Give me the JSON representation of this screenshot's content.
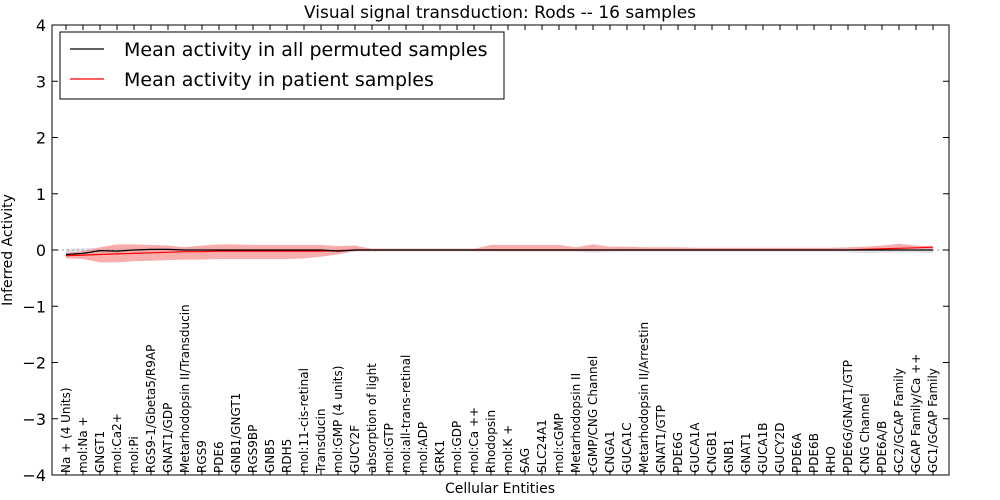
{
  "chart_data": {
    "type": "line",
    "title": "Visual signal transduction: Rods -- 16 samples",
    "xlabel": "Cellular Entities",
    "ylabel": "Inferred Activity",
    "ylim": [
      -4,
      4
    ],
    "yticks": [
      "4",
      "3",
      "2",
      "1",
      "0",
      "−1",
      "−2",
      "−3",
      "−4"
    ],
    "grid": false,
    "legend_position": "upper-left",
    "categories": [
      "Na + (4 Units)",
      "mol:Na +",
      "GNGT1",
      "mol:Ca2+",
      "mol:Pi",
      "RGS9-1/Gbeta5/R9AP",
      "GNAT1/GDP",
      "Metarhodopsin II/Transducin",
      "RGS9",
      "PDE6",
      "GNB1/GNGT1",
      "RGS9BP",
      "GNB5",
      "RDH5",
      "mol:11-cis-retinal",
      "Transducin",
      "mol:GMP (4 units)",
      "GUCY2F",
      "absorption of light",
      "mol:GTP",
      "mol:all-trans-retinal",
      "mol:ADP",
      "GRK1",
      "mol:GDP",
      "mol:Ca ++",
      "Rhodopsin",
      "mol:K +",
      "SAG",
      "SLC24A1",
      "mol:cGMP",
      "Metarhodopsin II",
      "cGMP/CNG Channel",
      "CNGA1",
      "GUCA1C",
      "Metarhodopsin II/Arrestin",
      "GNAT1/GTP",
      "PDE6G",
      "GUCA1A",
      "CNGB1",
      "GNB1",
      "GNAT1",
      "GUCA1B",
      "GUCY2D",
      "PDE6A",
      "PDE6B",
      "RHO",
      "PDE6G/GNAT1/GTP",
      "CNG Channel",
      "PDE6A/B",
      "GC2/GCAP Family",
      "GCAP Family/Ca ++",
      "GC1/GCAP Family"
    ],
    "series": [
      {
        "name": "Mean activity in all permuted samples",
        "color": "#000000",
        "band_color": "#d8d8e0",
        "values": [
          -0.08,
          -0.06,
          -0.01,
          -0.02,
          0.0,
          0.01,
          0.01,
          0.0,
          0.0,
          0.0,
          0.0,
          0.0,
          0.0,
          0.0,
          0.0,
          0.0,
          -0.02,
          0.0,
          0.0,
          0.0,
          0.0,
          0.0,
          0.0,
          0.0,
          0.0,
          0.0,
          0.0,
          0.0,
          0.0,
          0.0,
          0.0,
          0.0,
          0.0,
          0.0,
          0.0,
          0.0,
          0.0,
          0.0,
          0.0,
          0.0,
          0.0,
          0.0,
          0.0,
          0.0,
          0.0,
          0.0,
          0.0,
          0.0,
          0.0,
          0.0,
          0.0,
          0.0
        ],
        "lower": [
          -0.1,
          -0.09,
          -0.06,
          -0.06,
          -0.05,
          -0.04,
          -0.04,
          -0.04,
          -0.04,
          -0.04,
          -0.04,
          -0.04,
          -0.04,
          -0.04,
          -0.04,
          -0.04,
          -0.05,
          -0.03,
          -0.03,
          -0.03,
          -0.03,
          -0.03,
          -0.03,
          -0.03,
          -0.03,
          -0.03,
          -0.03,
          -0.03,
          -0.03,
          -0.03,
          -0.03,
          -0.05,
          -0.04,
          -0.03,
          -0.03,
          -0.03,
          -0.03,
          -0.03,
          -0.03,
          -0.03,
          -0.03,
          -0.03,
          -0.03,
          -0.03,
          -0.03,
          -0.03,
          -0.04,
          -0.06,
          -0.05,
          -0.05,
          -0.05,
          -0.06
        ],
        "upper": [
          0.02,
          0.03,
          0.04,
          0.05,
          0.05,
          0.05,
          0.05,
          0.05,
          0.05,
          0.05,
          0.05,
          0.05,
          0.05,
          0.05,
          0.05,
          0.05,
          0.04,
          0.04,
          0.03,
          0.03,
          0.03,
          0.03,
          0.03,
          0.03,
          0.03,
          0.03,
          0.03,
          0.03,
          0.03,
          0.03,
          0.03,
          0.04,
          0.03,
          0.03,
          0.03,
          0.03,
          0.03,
          0.03,
          0.03,
          0.03,
          0.03,
          0.03,
          0.03,
          0.03,
          0.03,
          0.03,
          0.03,
          0.04,
          0.04,
          0.04,
          0.04,
          0.04
        ]
      },
      {
        "name": "Mean activity in patient samples",
        "color": "#ff0000",
        "band_color": "#f79a9a",
        "values": [
          -0.1,
          -0.09,
          -0.08,
          -0.07,
          -0.06,
          -0.05,
          -0.04,
          -0.03,
          -0.03,
          -0.02,
          -0.02,
          -0.02,
          -0.02,
          -0.02,
          -0.02,
          -0.02,
          -0.01,
          0.0,
          0.0,
          0.0,
          0.0,
          0.0,
          0.0,
          0.0,
          0.0,
          0.0,
          0.0,
          0.0,
          0.0,
          0.0,
          0.0,
          0.0,
          0.0,
          0.0,
          0.0,
          0.0,
          0.0,
          0.0,
          0.0,
          0.0,
          0.0,
          0.0,
          0.0,
          0.0,
          0.0,
          0.0,
          0.0,
          0.01,
          0.02,
          0.03,
          0.04,
          0.05
        ],
        "lower": [
          -0.15,
          -0.16,
          -0.22,
          -0.22,
          -0.2,
          -0.19,
          -0.18,
          -0.17,
          -0.17,
          -0.16,
          -0.16,
          -0.16,
          -0.16,
          -0.16,
          -0.15,
          -0.12,
          -0.08,
          -0.02,
          -0.01,
          -0.01,
          -0.01,
          -0.01,
          -0.01,
          -0.01,
          -0.01,
          -0.02,
          -0.02,
          -0.02,
          -0.02,
          -0.02,
          -0.02,
          -0.02,
          -0.01,
          -0.01,
          -0.01,
          -0.01,
          -0.01,
          -0.01,
          -0.01,
          -0.01,
          -0.01,
          -0.01,
          -0.01,
          -0.01,
          -0.01,
          -0.01,
          0.0,
          0.0,
          0.0,
          0.01,
          0.02,
          0.02
        ],
        "upper": [
          -0.05,
          -0.02,
          0.05,
          0.1,
          0.1,
          0.09,
          0.08,
          0.05,
          0.08,
          0.1,
          0.1,
          0.09,
          0.09,
          0.09,
          0.09,
          0.09,
          0.07,
          0.08,
          0.02,
          0.02,
          0.02,
          0.02,
          0.02,
          0.02,
          0.02,
          0.09,
          0.09,
          0.09,
          0.09,
          0.09,
          0.05,
          0.1,
          0.06,
          0.06,
          0.05,
          0.05,
          0.05,
          0.04,
          0.04,
          0.04,
          0.04,
          0.04,
          0.04,
          0.04,
          0.04,
          0.04,
          0.05,
          0.06,
          0.08,
          0.11,
          0.08,
          0.07
        ]
      }
    ]
  }
}
